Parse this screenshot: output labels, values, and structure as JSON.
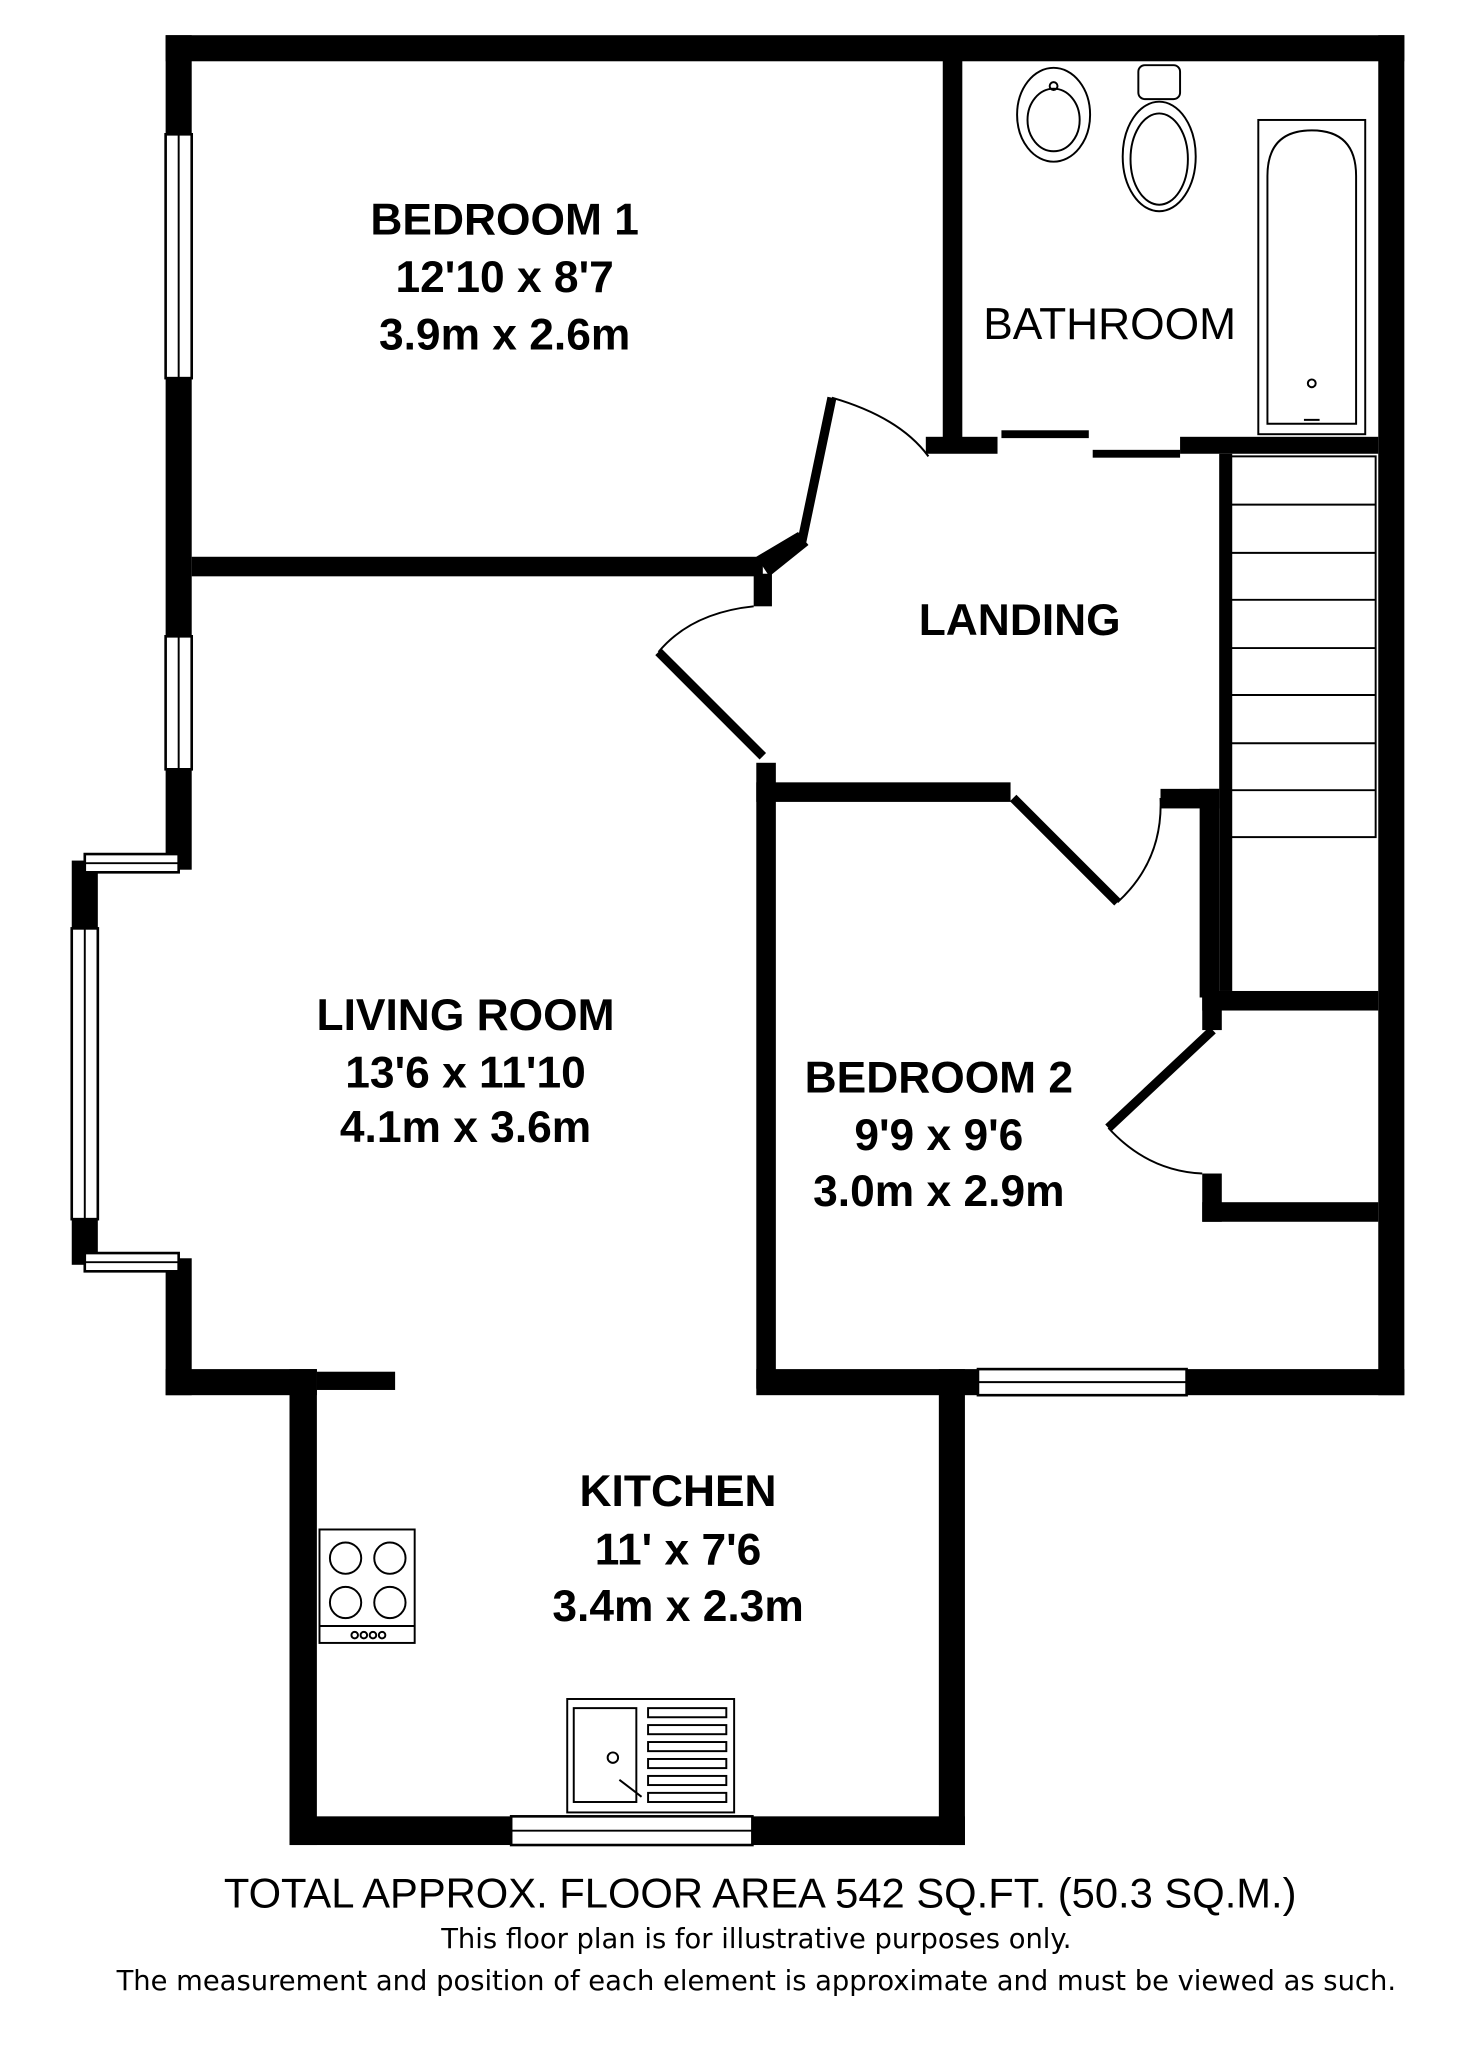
{
  "rooms": {
    "bedroom1": {
      "name": "BEDROOM 1",
      "imperial": "12'10 x 8'7",
      "metric": "3.9m x 2.6m"
    },
    "bathroom": {
      "name": "BATHROOM"
    },
    "landing": {
      "name": "LANDING"
    },
    "living_room": {
      "name": "LIVING ROOM",
      "imperial": "13'6 x 11'10",
      "metric": "4.1m x 3.6m"
    },
    "bedroom2": {
      "name": "BEDROOM 2",
      "imperial": "9'9 x 9'6",
      "metric": "3.0m x 2.9m"
    },
    "kitchen": {
      "name": "KITCHEN",
      "imperial": "11' x 7'6",
      "metric": "3.4m x 2.3m"
    }
  },
  "footer": {
    "total_area": "TOTAL APPROX. FLOOR AREA 542 SQ.FT. (50.3 SQ.M.)",
    "disclaimer1": "This floor plan is for illustrative purposes only.",
    "disclaimer2": "The measurement and position of each element is approximate and must be viewed as such."
  }
}
